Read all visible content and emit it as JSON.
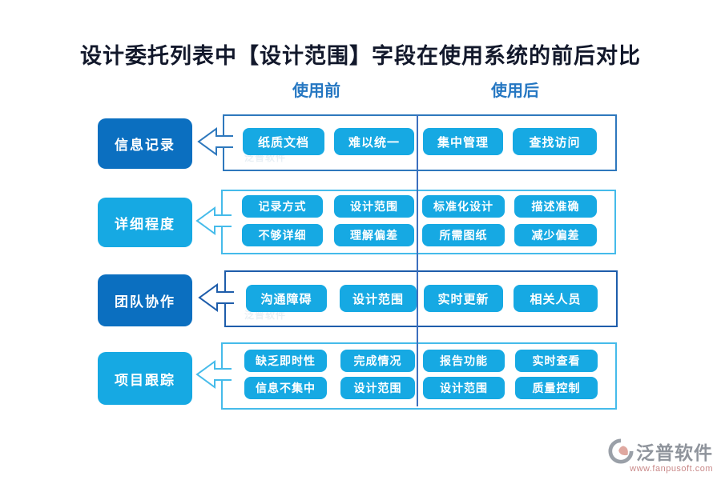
{
  "title": "设计委托列表中【设计范围】字段在使用系统的前后对比",
  "columns": {
    "before": "使用前",
    "after": "使用后"
  },
  "rows": [
    {
      "label": "信息记录",
      "before": [
        "纸质文档",
        "难以统一"
      ],
      "after": [
        "集中管理",
        "查找访问"
      ]
    },
    {
      "label": "详细程度",
      "before": [
        "记录方式",
        "设计范围",
        "不够详细",
        "理解偏差"
      ],
      "after": [
        "标准化设计",
        "描述准确",
        "所需图纸",
        "减少偏差"
      ]
    },
    {
      "label": "团队协作",
      "before": [
        "沟通障碍",
        "设计范围"
      ],
      "after": [
        "实时更新",
        "相关人员"
      ]
    },
    {
      "label": "项目跟踪",
      "before": [
        "缺乏即时性",
        "完成情况",
        "信息不集中",
        "设计范围"
      ],
      "after": [
        "报告功能",
        "实时查看",
        "设计范围",
        "质量控制"
      ]
    }
  ],
  "logo": {
    "name": "泛普软件",
    "url": "www.fanpusoft.com"
  },
  "colors": {
    "title_text": "#12182b",
    "header_text": "#2577c2",
    "label_dark": "#0b6fc0",
    "label_light": "#16a9e3",
    "tag_bg": "#16a9e3",
    "row_border_dark": "#2e78bd",
    "row_border_navy": "#1e5dab",
    "row_border_light": "#45bbea",
    "divider": "#3c6fbe",
    "logo_text": "#8f949c",
    "logo_url_text": "#c98989",
    "logo_accent": "#dfa8a0"
  }
}
